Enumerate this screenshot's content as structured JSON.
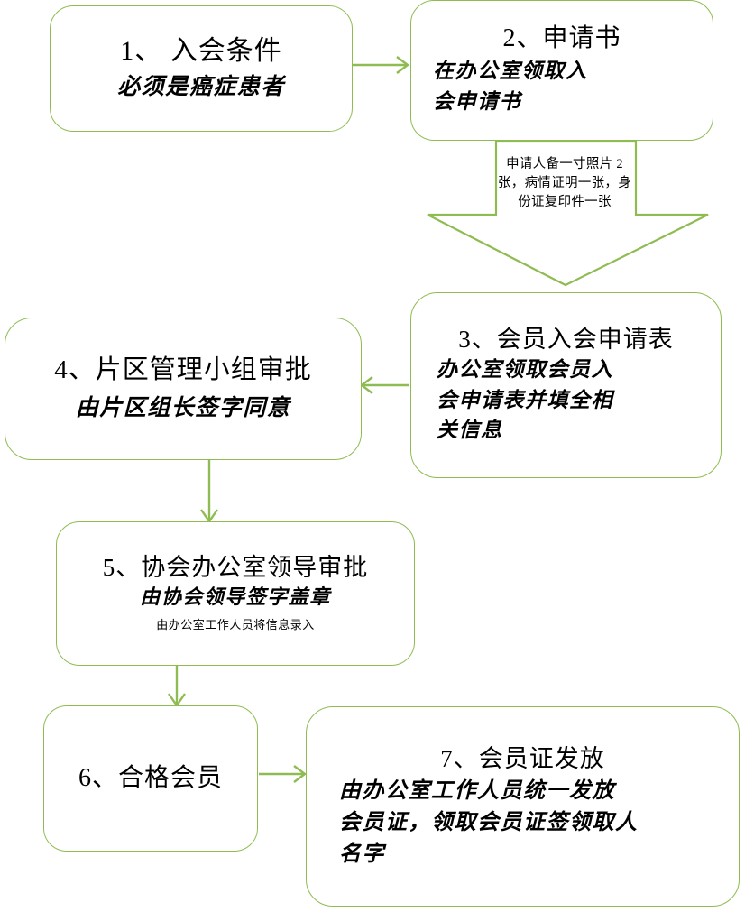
{
  "diagram": {
    "accent_color": "#8fbc52",
    "background_color": "#ffffff",
    "text_color": "#000000"
  },
  "nodes": [
    {
      "id": "node-1",
      "title": "1、 入会条件",
      "body": "必须是癌症患者"
    },
    {
      "id": "node-2",
      "title": "2、申请书",
      "body_line_1": "在办公室领取入",
      "body_line_2": "会申请书"
    },
    {
      "id": "node-3",
      "title": "3、会员入会申请表",
      "body_line_1": "办公室领取会员入",
      "body_line_2": "会申请表并填全相",
      "body_line_3": "关信息"
    },
    {
      "id": "node-4",
      "title": "4、片区管理小组审批",
      "body": "由片区组长签字同意"
    },
    {
      "id": "node-5",
      "title": "5、协会办公室领导审批",
      "body": "由协会领导签字盖章",
      "note": "由办公室工作人员将信息录入"
    },
    {
      "id": "node-6",
      "title": "6、合格会员"
    },
    {
      "id": "node-7",
      "title": "7、会员证发放",
      "body_line_1": "由办公室工作人员统一发放",
      "body_line_2": "会员证，领取会员证签领取人",
      "body_line_3": "名字"
    }
  ],
  "edges": {
    "note_docs": "申请人备一寸照片 2 张，病情证明一张，身份证复印件一张"
  }
}
